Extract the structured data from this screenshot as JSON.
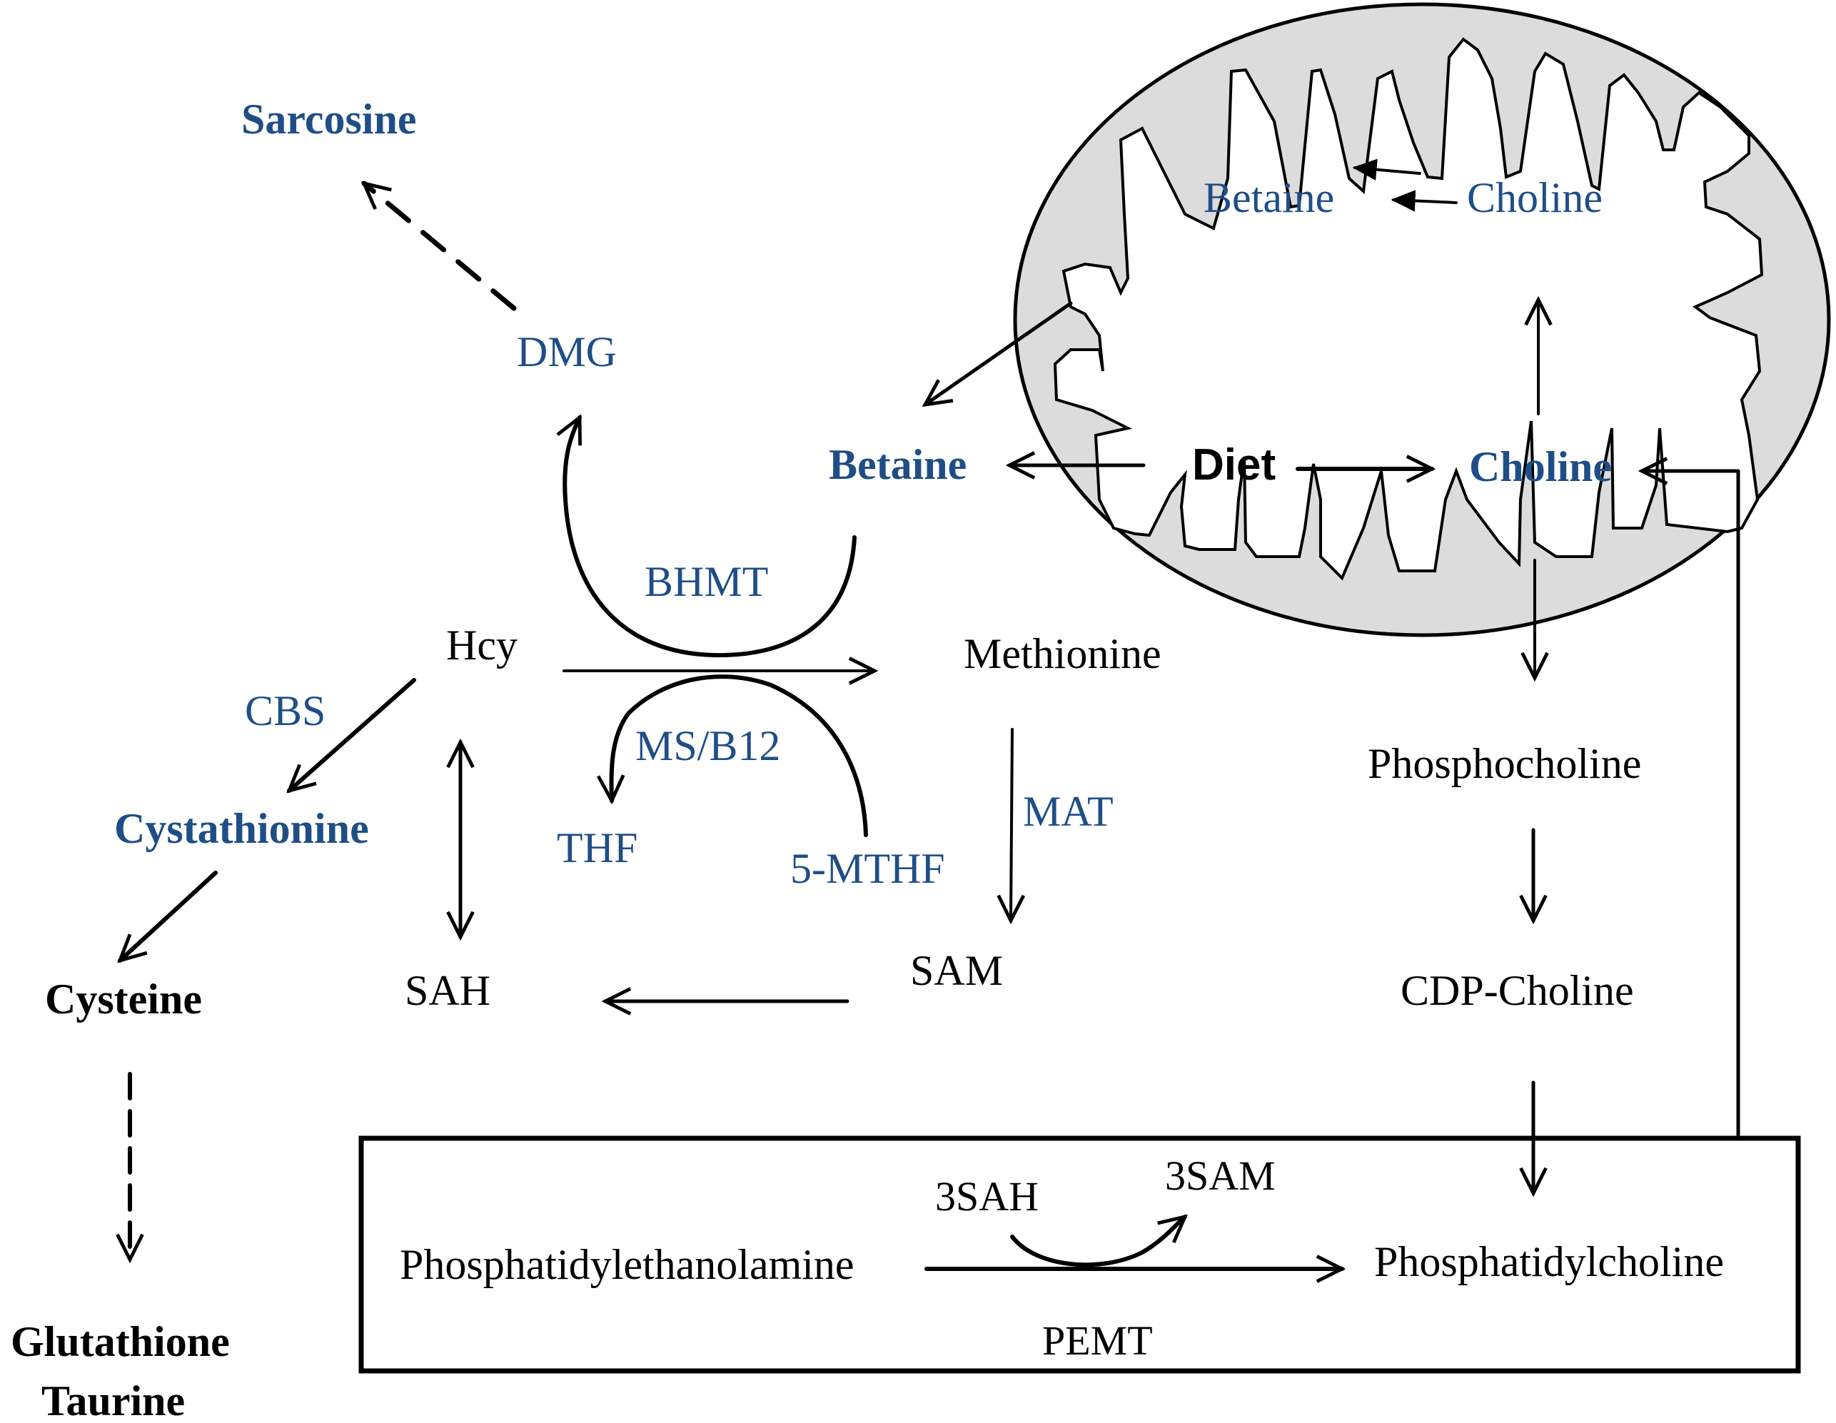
{
  "diagram": {
    "title": "Choline, betaine and one-carbon metabolism pathway",
    "colors": {
      "metabolite_blue": "#1f4e87",
      "text_black": "#000000",
      "mitochondrion_fill": "#dcdcdc"
    },
    "mitochondrion": {
      "betaine": "Betaine",
      "choline": "Choline"
    },
    "nodes": {
      "sarcosine": "Sarcosine",
      "dmg": "DMG",
      "betaine": "Betaine",
      "diet": "Diet",
      "choline": "Choline",
      "bhmt": "BHMT",
      "hcy": "Hcy",
      "methionine": "Methionine",
      "cbs": "CBS",
      "ms_b12": "MS/B12",
      "mat": "MAT",
      "cystathionine": "Cystathionine",
      "thf": "THF",
      "mthf": "5-MTHF",
      "sah": "SAH",
      "sam": "SAM",
      "cysteine": "Cysteine",
      "glutathione": "Glutathione",
      "taurine": "Taurine",
      "phosphocholine": "Phosphocholine",
      "cdp_choline": "CDP-Choline"
    },
    "pemt_box": {
      "substrate": "Phosphatidylethanolamine",
      "product": "Phosphatidylcholine",
      "cofactor_in": "3SAH",
      "cofactor_out": "3SAM",
      "enzyme": "PEMT"
    },
    "edges": [
      {
        "from": "Choline (mito)",
        "to": "Betaine (mito)",
        "style": "solid"
      },
      {
        "from": "Mitochondrion",
        "to": "Betaine",
        "style": "solid"
      },
      {
        "from": "Choline",
        "to": "Mitochondrion",
        "style": "solid"
      },
      {
        "from": "Diet",
        "to": "Betaine",
        "style": "solid"
      },
      {
        "from": "Diet",
        "to": "Choline",
        "style": "solid"
      },
      {
        "from": "Betaine",
        "to": "DMG",
        "enzyme": "BHMT",
        "style": "curved"
      },
      {
        "from": "DMG",
        "to": "Sarcosine",
        "style": "dashed"
      },
      {
        "from": "Hcy",
        "to": "Methionine",
        "style": "solid"
      },
      {
        "from": "5-MTHF",
        "to": "THF",
        "enzyme": "MS/B12",
        "style": "curved"
      },
      {
        "from": "Hcy",
        "to": "Cystathionine",
        "enzyme": "CBS",
        "style": "solid"
      },
      {
        "from": "Cystathionine",
        "to": "Cysteine",
        "style": "solid"
      },
      {
        "from": "Cysteine",
        "to": "Glutathione / Taurine",
        "style": "dashed"
      },
      {
        "from": "Hcy",
        "to": "SAH",
        "style": "bidirectional"
      },
      {
        "from": "Methionine",
        "to": "SAM",
        "enzyme": "MAT",
        "style": "solid"
      },
      {
        "from": "SAM",
        "to": "SAH",
        "style": "solid"
      },
      {
        "from": "Choline",
        "to": "Phosphocholine",
        "style": "solid"
      },
      {
        "from": "Phosphocholine",
        "to": "CDP-Choline",
        "style": "solid"
      },
      {
        "from": "CDP-Choline",
        "to": "Phosphatidylcholine",
        "style": "solid"
      },
      {
        "from": "Phosphatidylethanolamine",
        "to": "Phosphatidylcholine",
        "enzyme": "PEMT",
        "style": "solid"
      },
      {
        "from": "Phosphatidylcholine",
        "to": "Choline",
        "style": "solid"
      }
    ]
  }
}
